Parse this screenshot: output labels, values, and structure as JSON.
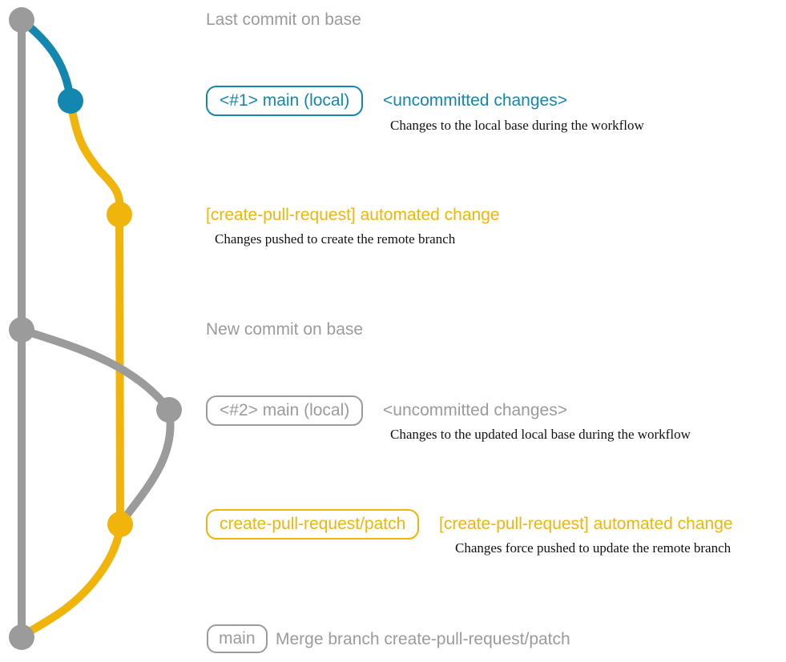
{
  "diagram": {
    "caption_last_commit": "Last commit on base",
    "caption_new_commit": "New commit on base",
    "branch1": {
      "badge": "<#1> main (local)",
      "status": "<uncommitted changes>",
      "description": "Changes to the local base during the workflow"
    },
    "push1": {
      "heading": "[create-pull-request] automated change",
      "description": "Changes pushed to create the remote branch"
    },
    "branch2": {
      "badge": "<#2> main (local)",
      "status": "<uncommitted changes>",
      "description": "Changes to the updated local base during the workflow"
    },
    "push2": {
      "badge": "create-pull-request/patch",
      "heading": "[create-pull-request] automated change",
      "description": "Changes force pushed to update the remote branch"
    },
    "merge": {
      "badge": "main",
      "message": "Merge branch create-pull-request/patch"
    },
    "colors": {
      "gray": "#9b9b9b",
      "blue": "#1387b0",
      "yellow": "#f0b40a",
      "description_text": "#111111"
    }
  }
}
